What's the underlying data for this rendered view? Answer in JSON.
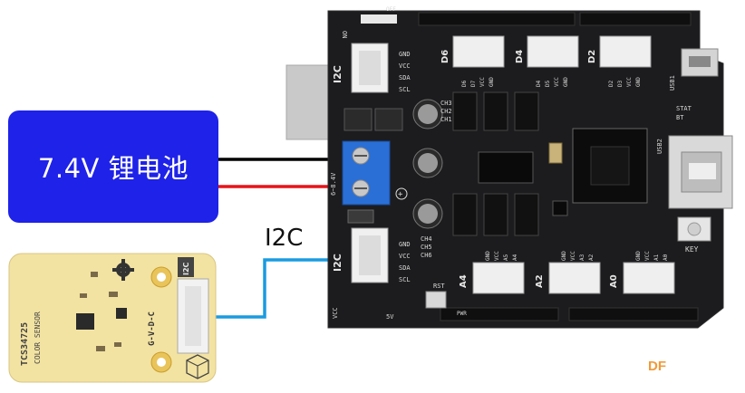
{
  "battery": {
    "label": "7.4V 锂电池",
    "color": "#1f22e8"
  },
  "connection_label": "I2C",
  "wire_colors": {
    "negative": "#000000",
    "positive": "#e8141a",
    "i2c": "#1a9be0"
  },
  "board": {
    "switch_labels": {
      "on": "ON",
      "off": "OFF"
    },
    "i2c_port_top": {
      "label": "I2C",
      "pins": [
        "GND",
        "VCC",
        "SDA",
        "SCL"
      ]
    },
    "i2c_port_bottom": {
      "label": "I2C",
      "pins": [
        "GND",
        "VCC",
        "SDA",
        "SCL"
      ]
    },
    "top_ports": [
      {
        "label": "D6",
        "pins": [
          "D6",
          "D7",
          "VCC",
          "GND"
        ]
      },
      {
        "label": "D4",
        "pins": [
          "D4",
          "D5",
          "VCC",
          "GND"
        ]
      },
      {
        "label": "D2",
        "pins": [
          "D2",
          "D3",
          "VCC",
          "GND"
        ]
      }
    ],
    "bottom_ports": [
      {
        "label": "A4",
        "pins": [
          "GND",
          "VCC",
          "A5",
          "A4"
        ]
      },
      {
        "label": "A2",
        "pins": [
          "GND",
          "VCC",
          "A3",
          "A2"
        ]
      },
      {
        "label": "A0",
        "pins": [
          "GND",
          "VCC",
          "A1",
          "A0"
        ]
      }
    ],
    "channels_top": [
      "CH3",
      "CH2",
      "CH1"
    ],
    "channels_bottom": [
      "CH4",
      "CH5",
      "CH6"
    ],
    "usb_labels": [
      "USB1",
      "USB2"
    ],
    "status_leds": [
      "STAT",
      "BT"
    ],
    "key_label": "KEY",
    "rst_label": "RST",
    "pwr_label": "PWR",
    "vcc_label": "VCC",
    "voltage_label": "5V",
    "terminal_labels": [
      "6~8.4V",
      "+"
    ]
  },
  "sensor": {
    "name": "TCS34725",
    "subtitle": "COLOR SENSOR",
    "pins": "G-V-D-C",
    "port_label": "I2C"
  },
  "logo": "DF"
}
